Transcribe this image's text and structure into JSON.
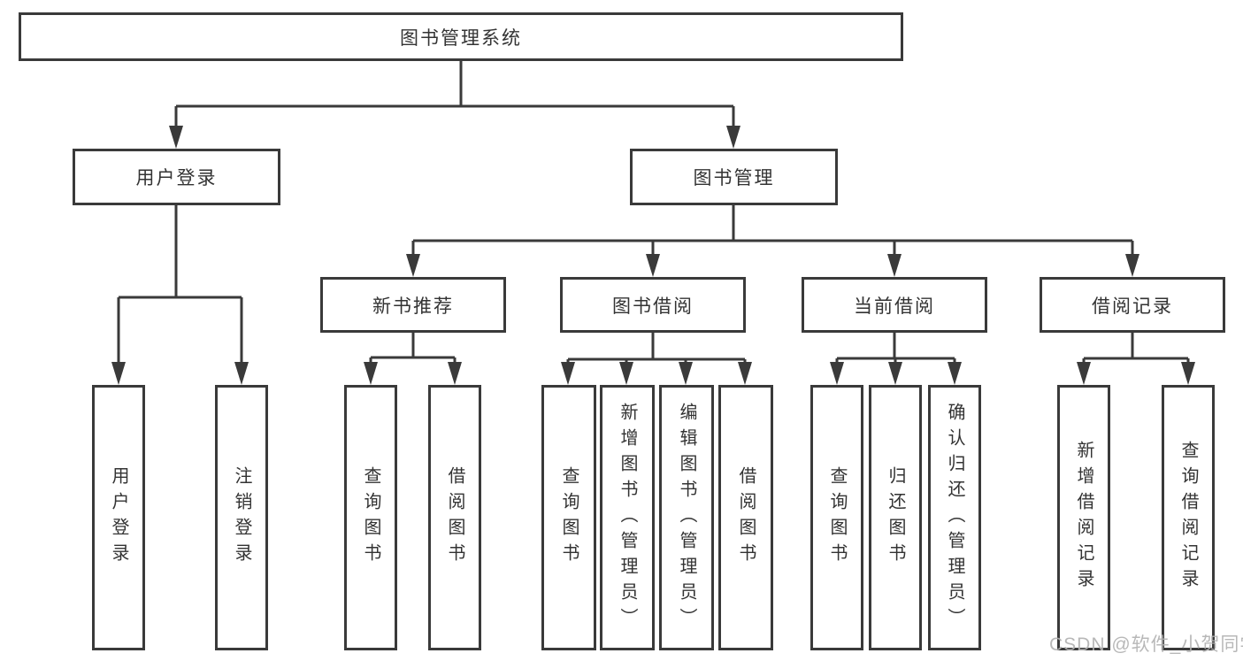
{
  "tree": {
    "root": {
      "label": "图书管理系统"
    },
    "branches": [
      {
        "label": "用户登录",
        "leaves": [
          {
            "label": "用户登录"
          },
          {
            "label": "注销登录"
          }
        ]
      },
      {
        "label": "图书管理",
        "children": [
          {
            "label": "新书推荐",
            "leaves": [
              {
                "label": "查询图书"
              },
              {
                "label": "借阅图书"
              }
            ]
          },
          {
            "label": "图书借阅",
            "leaves": [
              {
                "label": "查询图书"
              },
              {
                "label": "新增图书（管理员）"
              },
              {
                "label": "编辑图书（管理员）"
              },
              {
                "label": "借阅图书"
              }
            ]
          },
          {
            "label": "当前借阅",
            "leaves": [
              {
                "label": "查询图书"
              },
              {
                "label": "归还图书"
              },
              {
                "label": "确认归还（管理员）"
              }
            ]
          },
          {
            "label": "借阅记录",
            "leaves": [
              {
                "label": "新增借阅记录"
              },
              {
                "label": "查询借阅记录"
              }
            ]
          }
        ]
      }
    ]
  },
  "watermark": {
    "text": "CSDN @软件_小贺同学"
  },
  "colors": {
    "line": "#3a3a3a",
    "text": "#333333",
    "watermark": "#b3b3b3",
    "background": "#ffffff"
  }
}
